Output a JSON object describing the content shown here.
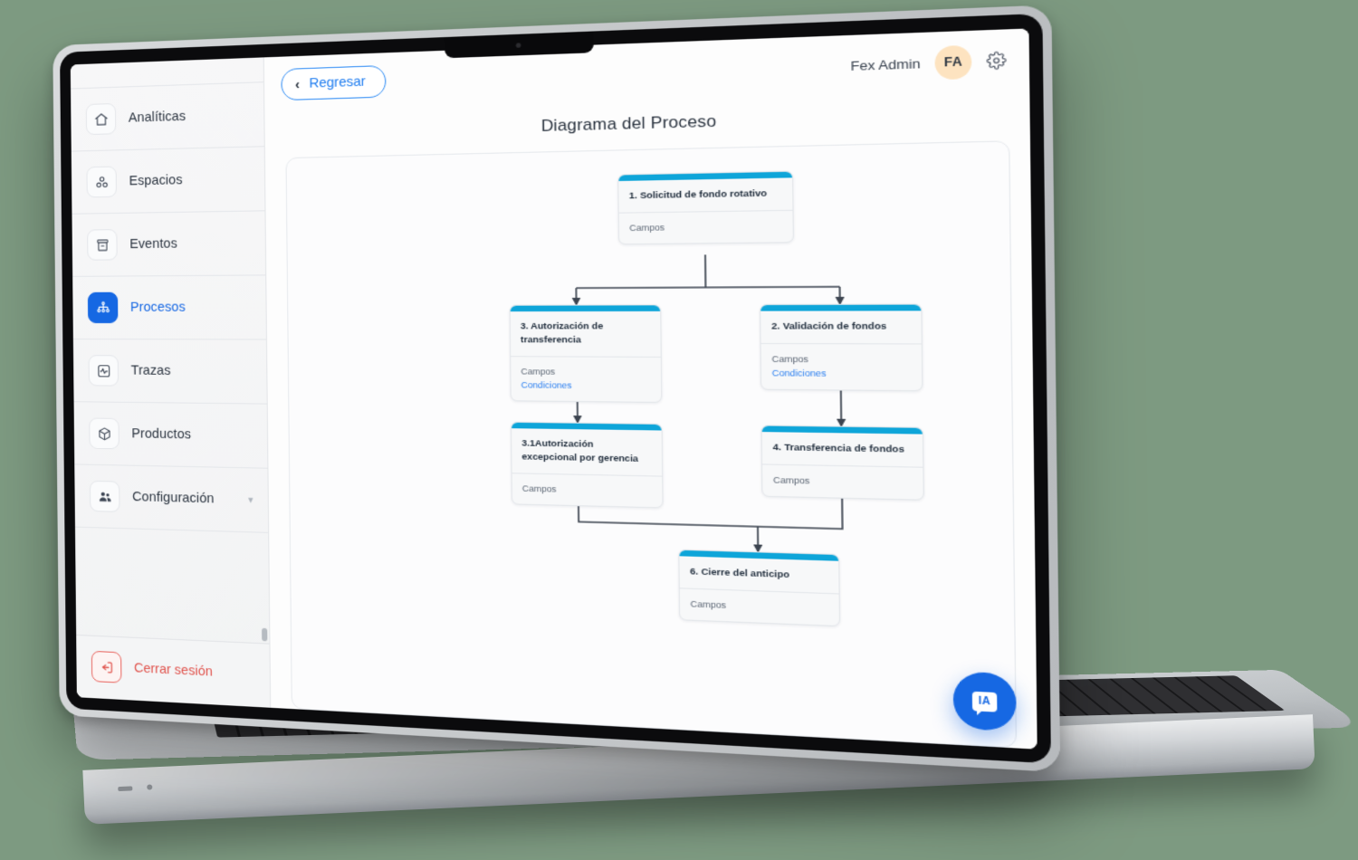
{
  "app": {
    "background_color": "#7d9a81",
    "accent_color": "#1668e3",
    "node_accent_color": "#0ea5d9",
    "danger_color": "#e0534d"
  },
  "sidebar": {
    "items": [
      {
        "label": "Analíticas",
        "icon": "home-icon",
        "active": false,
        "has_caret": false
      },
      {
        "label": "Espacios",
        "icon": "spaces-icon",
        "active": false,
        "has_caret": false
      },
      {
        "label": "Eventos",
        "icon": "events-icon",
        "active": false,
        "has_caret": false
      },
      {
        "label": "Procesos",
        "icon": "process-icon",
        "active": true,
        "has_caret": false
      },
      {
        "label": "Trazas",
        "icon": "activity-icon",
        "active": false,
        "has_caret": false
      },
      {
        "label": "Productos",
        "icon": "box-icon",
        "active": false,
        "has_caret": false
      },
      {
        "label": "Configuración",
        "icon": "users-icon",
        "active": false,
        "has_caret": true
      }
    ],
    "logout": {
      "label": "Cerrar sesión",
      "icon": "logout-icon"
    }
  },
  "topbar": {
    "back_label": "Regresar",
    "back_icon": "chevron-left-icon",
    "user_name": "Fex Admin",
    "avatar_initials": "FA",
    "settings_icon": "gear-icon"
  },
  "page": {
    "title": "Diagrama del Proceso"
  },
  "fab": {
    "label": "IA",
    "icon": "chat-bubble-icon"
  },
  "diagram": {
    "field_label": "Campos",
    "conditions_label": "Condiciones",
    "nodes": [
      {
        "id": "n1",
        "title": "1. Solicitud de fondo rotativo",
        "rows": [
          "Campos"
        ]
      },
      {
        "id": "n3",
        "title": "3. Autorización de transferencia",
        "rows": [
          "Campos",
          "Condiciones"
        ]
      },
      {
        "id": "n2",
        "title": "2. Validación de fondos",
        "rows": [
          "Campos",
          "Condiciones"
        ]
      },
      {
        "id": "n31",
        "title": "3.1Autorización excepcional por gerencia",
        "rows": [
          "Campos"
        ]
      },
      {
        "id": "n4",
        "title": "4. Transferencia de fondos",
        "rows": [
          "Campos"
        ]
      },
      {
        "id": "n6",
        "title": "6. Cierre del anticipo",
        "rows": [
          "Campos"
        ]
      }
    ],
    "edges": [
      {
        "from": "n1",
        "to": "n3"
      },
      {
        "from": "n1",
        "to": "n2"
      },
      {
        "from": "n3",
        "to": "n31"
      },
      {
        "from": "n2",
        "to": "n4"
      },
      {
        "from": "n31",
        "to": "n6"
      },
      {
        "from": "n4",
        "to": "n6"
      }
    ]
  }
}
